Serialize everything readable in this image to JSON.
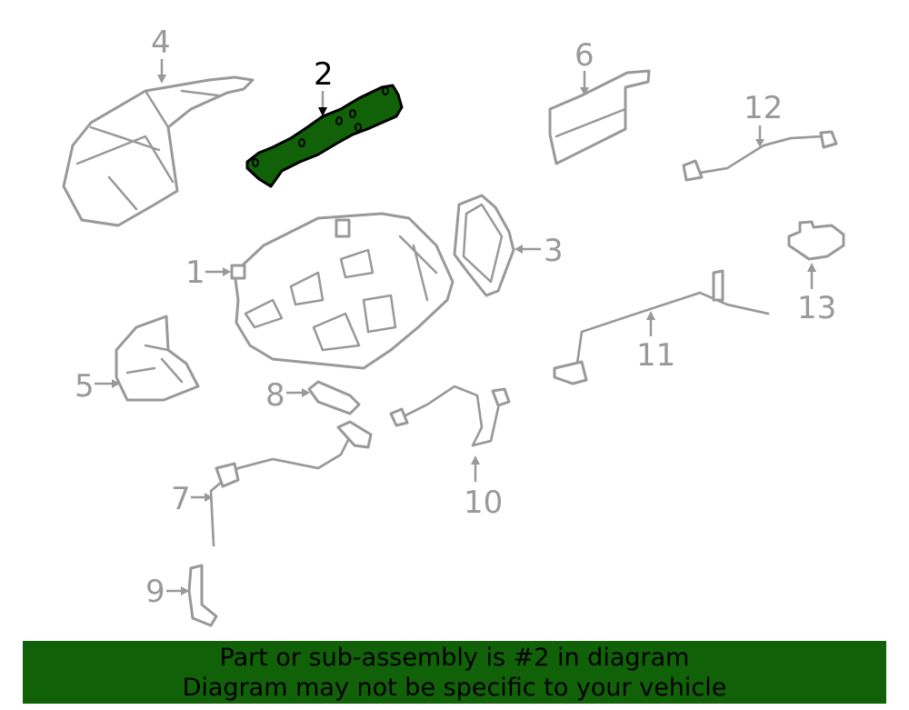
{
  "diagram": {
    "highlighted_part": "2",
    "highlight_color": "#116108",
    "callouts": [
      "1",
      "2",
      "3",
      "4",
      "5",
      "6",
      "7",
      "8",
      "9",
      "10",
      "11",
      "12",
      "13"
    ]
  },
  "banner": {
    "line1": "Part or sub-assembly is #2 in diagram",
    "line2": "Diagram may not be specific to your vehicle",
    "color": "#116108"
  }
}
